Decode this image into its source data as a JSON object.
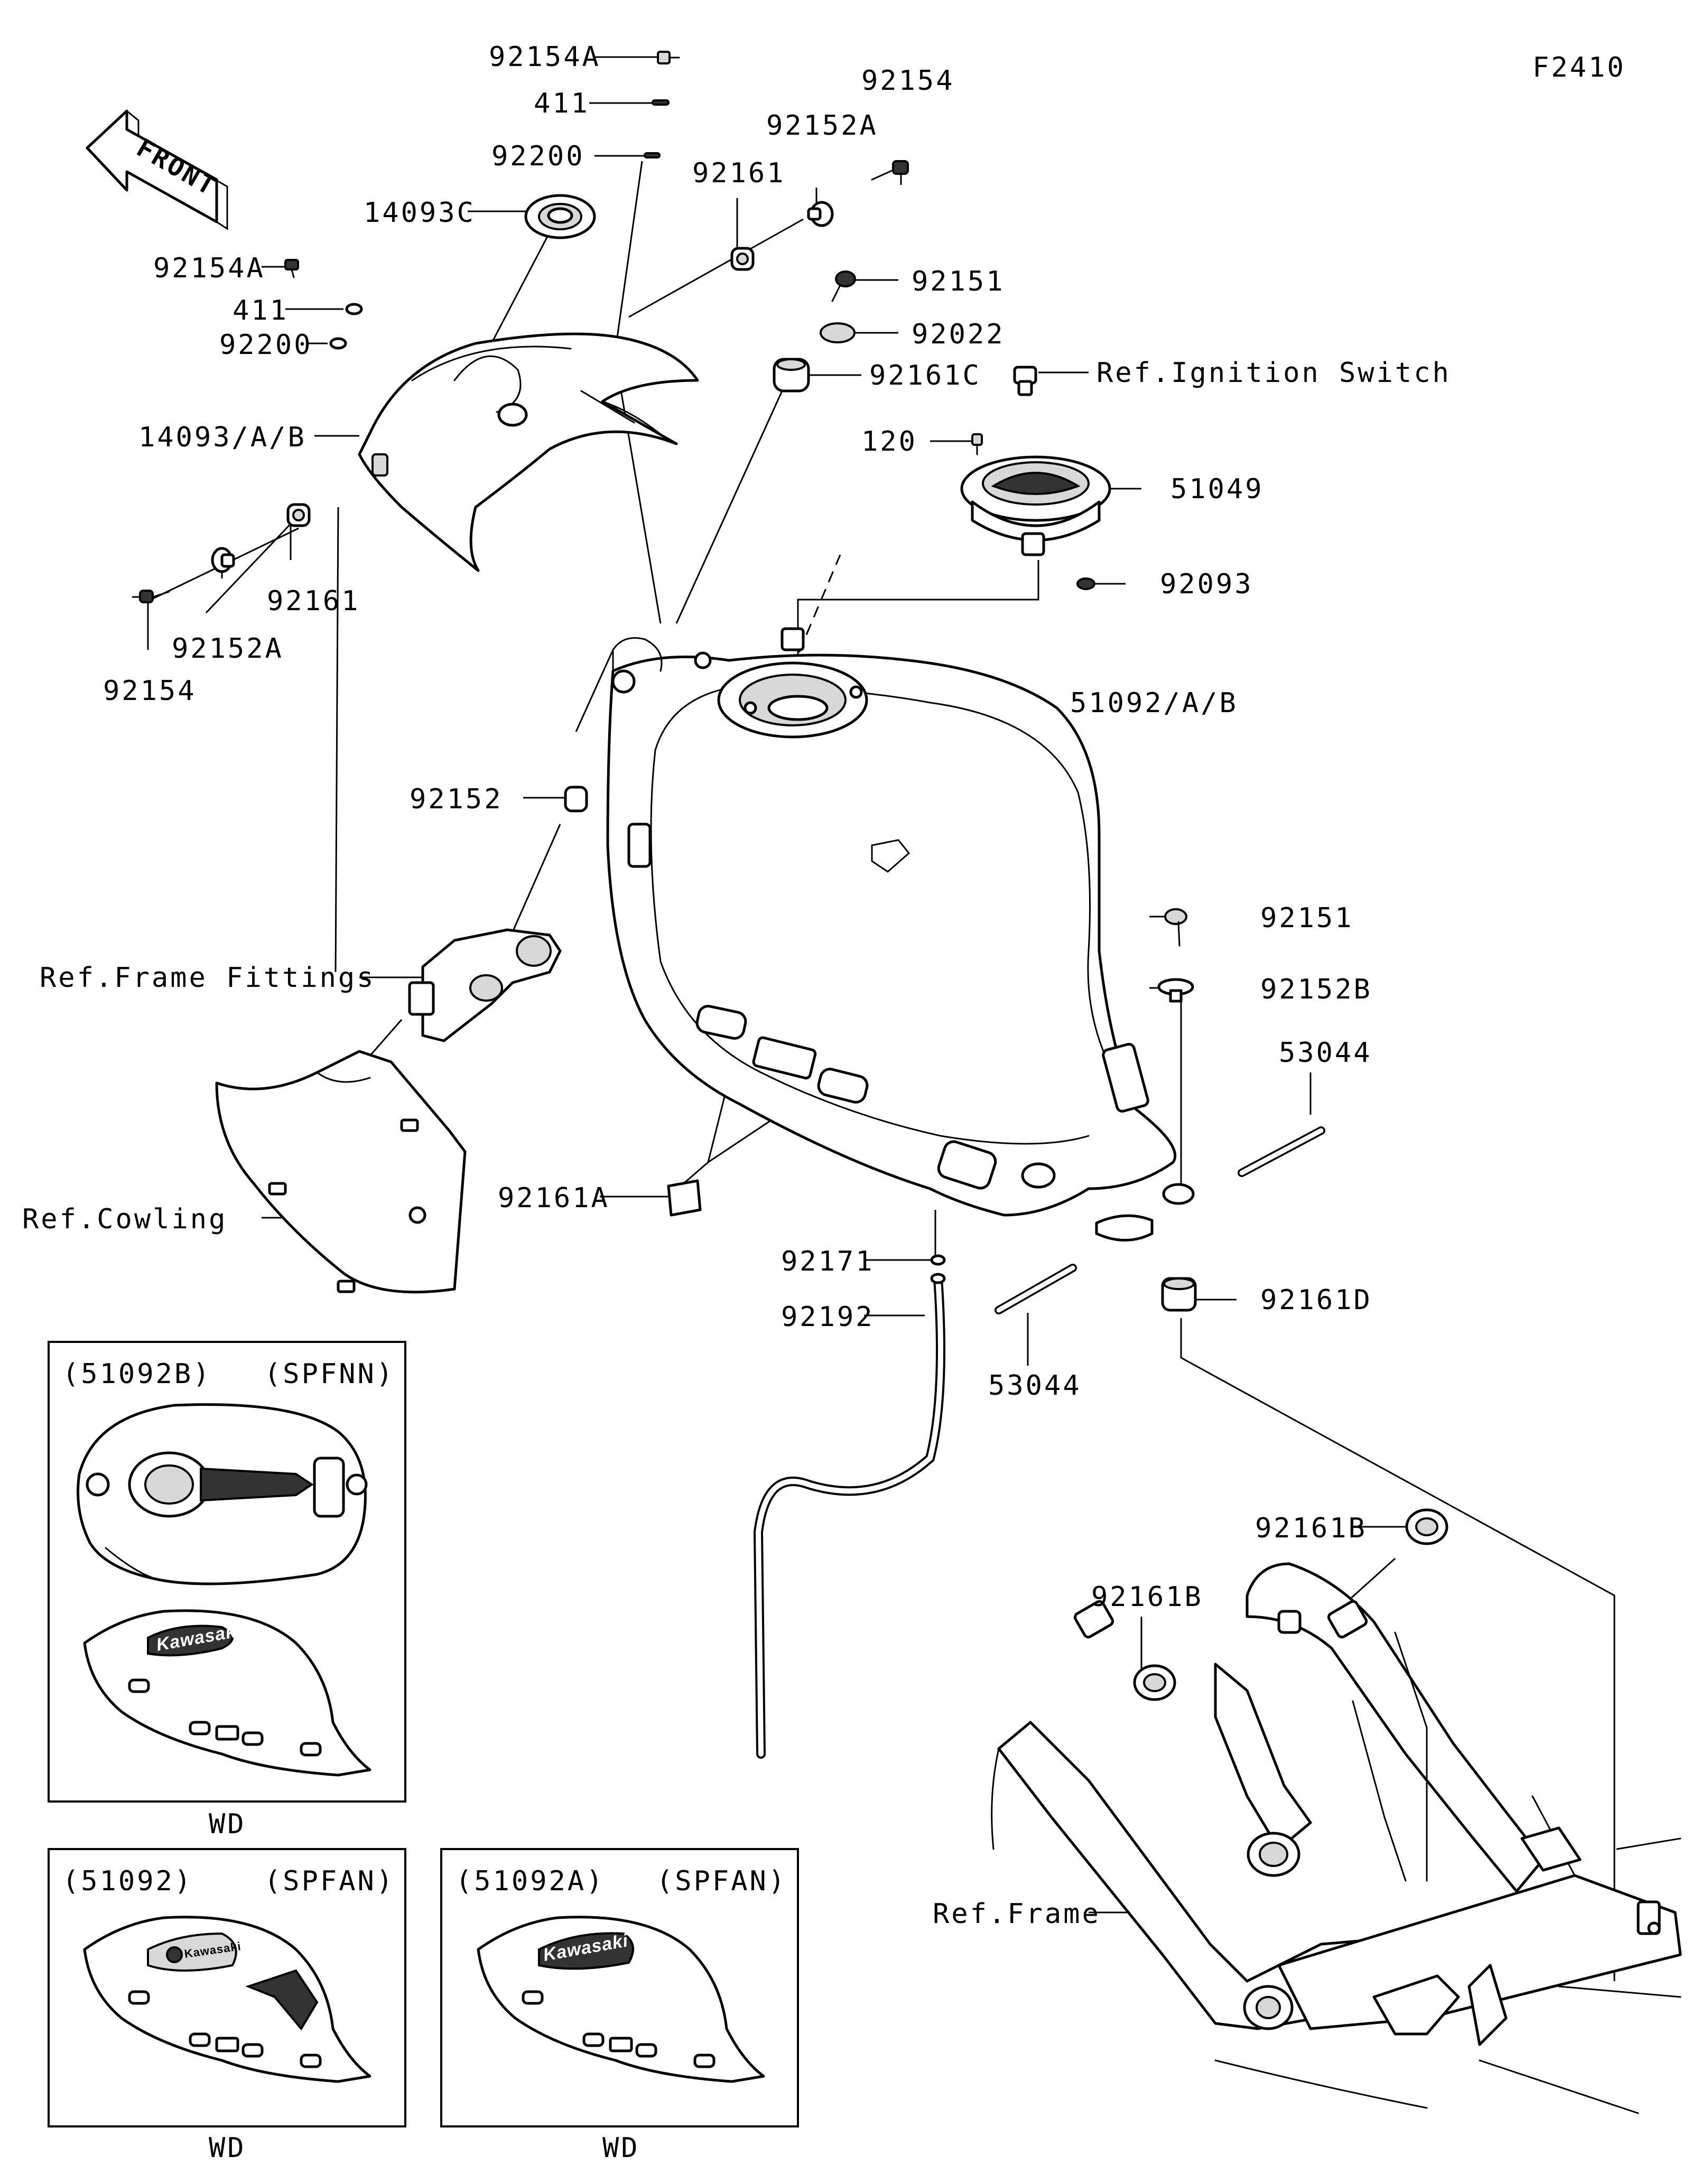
{
  "diagram_id": "F2410",
  "front_label": "FRONT",
  "callouts": {
    "c92154A_top": "92154A",
    "c411_top": "411",
    "c92200_top": "92200",
    "c14093C": "14093C",
    "c92154A_left": "92154A",
    "c411_left": "411",
    "c92200_left": "92200",
    "c14093AB": "14093/A/B",
    "c92154_top": "92154",
    "c92152A_top": "92152A",
    "c92161_top": "92161",
    "c92151_top": "92151",
    "c92022": "92022",
    "c92161C": "92161C",
    "cIgnition": "Ref.Ignition Switch",
    "c120": "120",
    "c51049": "51049",
    "c92093": "92093",
    "c92161_left": "92161",
    "c92152A_left": "92152A",
    "c92154_left": "92154",
    "c51092AB": "51092/A/B",
    "c92152": "92152",
    "cFrameFittings": "Ref.Frame Fittings",
    "c92151_right": "92151",
    "c92152B": "92152B",
    "c53044_right": "53044",
    "cCowling": "Ref.Cowling",
    "c92161A": "92161A",
    "c92171": "92171",
    "c92192": "92192",
    "c92161D": "92161D",
    "c53044_bottom": "53044",
    "c92161B_top": "92161B",
    "c92161B_mid": "92161B",
    "cFrame": "Ref.Frame"
  },
  "insets": [
    {
      "part": "(51092B)",
      "spec": "(SPFNN)",
      "footer": "WD",
      "logo": "Kawasaki"
    },
    {
      "part": "(51092)",
      "spec": "(SPFAN)",
      "footer": "WD",
      "logo": "Kawasaki"
    },
    {
      "part": "(51092A)",
      "spec": "(SPFAN)",
      "footer": "WD",
      "logo": "Kawasaki"
    }
  ]
}
